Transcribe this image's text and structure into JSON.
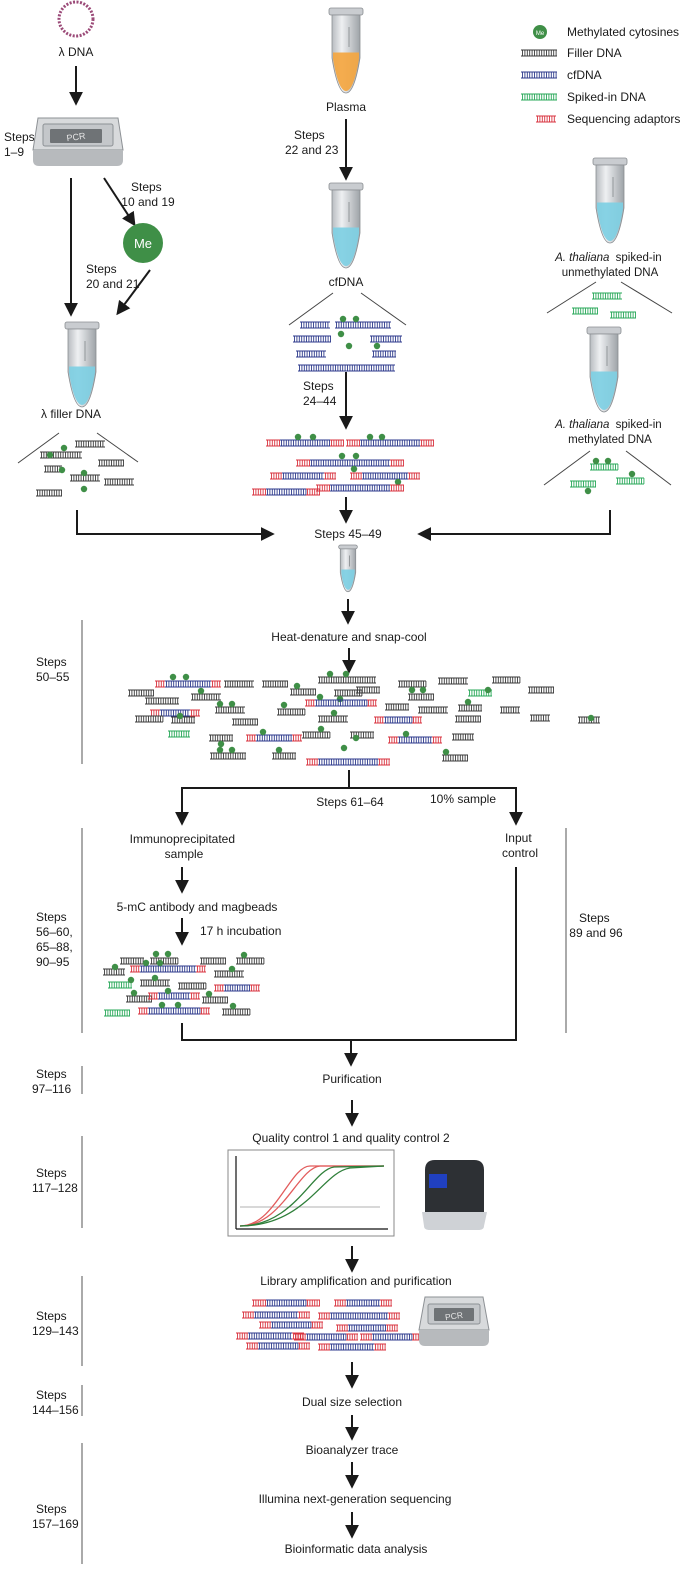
{
  "legend": {
    "me_badge": "Me",
    "methylated": "Methylated cytosines",
    "filler": "Filler DNA",
    "cfdna": "cfDNA",
    "spiked": "Spiked-in DNA",
    "adaptors": "Sequencing adaptors"
  },
  "top": {
    "lambda_dna": "λ DNA",
    "pcr": "PCR",
    "steps_1_9": [
      "Steps",
      "1–9"
    ],
    "steps_10_19": [
      "Steps",
      "10 and 19"
    ],
    "me_label": "Me",
    "steps_20_21": [
      "Steps",
      "20 and 21"
    ],
    "lambda_filler": "λ filler DNA",
    "plasma": "Plasma",
    "steps_22_23": [
      "Steps",
      "22 and 23"
    ],
    "cfdna": "cfDNA",
    "steps_24_44": [
      "Steps",
      "24–44"
    ],
    "at_unmeth": [
      "A. thaliana",
      "spiked-in",
      "unmethylated DNA"
    ],
    "at_meth": [
      "A. thaliana",
      "spiked-in",
      "methylated DNA"
    ]
  },
  "middle": {
    "steps_45_49": "Steps 45–49",
    "steps_50_55": [
      "Steps",
      "50–55"
    ],
    "heat_denature": "Heat-denature and snap-cool",
    "steps_61_64": "Steps 61–64",
    "ten_percent": "10% sample",
    "immuno": [
      "Immunoprecipitated",
      "sample"
    ],
    "input_control": [
      "Input",
      "control"
    ],
    "steps_56_95": [
      "Steps",
      "56–60,",
      "65–88,",
      "90–95"
    ],
    "antibody": "5-mC antibody and magbeads",
    "incubation": "17 h incubation",
    "steps_89_96": [
      "Steps",
      "89 and 96"
    ]
  },
  "bottom": {
    "steps_97_116": [
      "Steps",
      "97–116"
    ],
    "purification": "Purification",
    "qc": "Quality control 1 and quality control 2",
    "steps_117_128": [
      "Steps",
      "117–128"
    ],
    "lib_amp": "Library amplification and purification",
    "steps_129_143": [
      "Steps",
      "129–143"
    ],
    "pcr2": "PCR",
    "steps_144_156": [
      "Steps",
      "144–156"
    ],
    "dual_size": "Dual size selection",
    "bioanalyzer": "Bioanalyzer trace",
    "illumina": "Illumina next-generation sequencing",
    "steps_157_169": [
      "Steps",
      "157–169"
    ],
    "bioinformatic": "Bioinformatic data analysis"
  },
  "colors": {
    "filler": "#3a3a3a",
    "cfdna": "#2e3a8c",
    "spiked": "#2aa85a",
    "adaptor": "#d8333f",
    "methyl": "#3f8f47",
    "plasma": "#f4a640",
    "liquid": "#7ecfe3",
    "arrow": "#1a1a1a"
  }
}
